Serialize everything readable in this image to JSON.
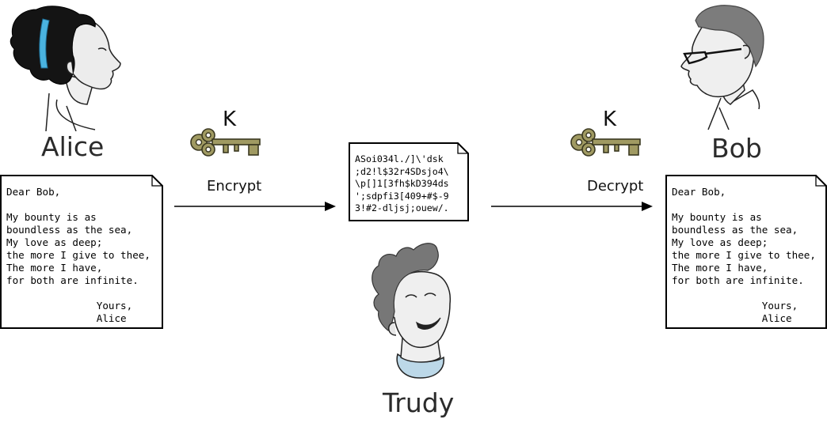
{
  "alice": {
    "name": "Alice",
    "hair_accent": "#4ab3e0",
    "letter": [
      "Dear Bob,",
      "",
      "My bounty is as",
      "boundless as the sea,",
      "My love as deep;",
      "the more I give to thee,",
      "The more I have,",
      "for both are infinite.",
      "",
      "               Yours,",
      "               Alice"
    ]
  },
  "bob": {
    "name": "Bob",
    "letter": [
      "Dear Bob,",
      "",
      "My bounty is as",
      "boundless as the sea,",
      "My love as deep;",
      "the more I give to thee,",
      "The more I have,",
      "for both are infinite.",
      "",
      "               Yours,",
      "               Alice"
    ]
  },
  "trudy": {
    "name": "Trudy",
    "collar_color": "#bcd8e8"
  },
  "encrypt": {
    "key_label": "K",
    "action_label": "Encrypt"
  },
  "decrypt": {
    "key_label": "K",
    "action_label": "Decrypt"
  },
  "ciphertext": [
    "ASoi034l./]\\'dsk",
    ";d2!l$32r4SDsjo4\\",
    "\\p[]1[3fh$kD394ds",
    "';sdpfi3[409+#$-9",
    "3!#2-dljsj;ouew/."
  ],
  "colors": {
    "key_fill": "#a09a62",
    "key_stroke": "#3a3820",
    "hair_alice": "#141414",
    "hair_bob": "#7c7c7c",
    "hair_trudy": "#777777",
    "skin": "#efefef"
  }
}
